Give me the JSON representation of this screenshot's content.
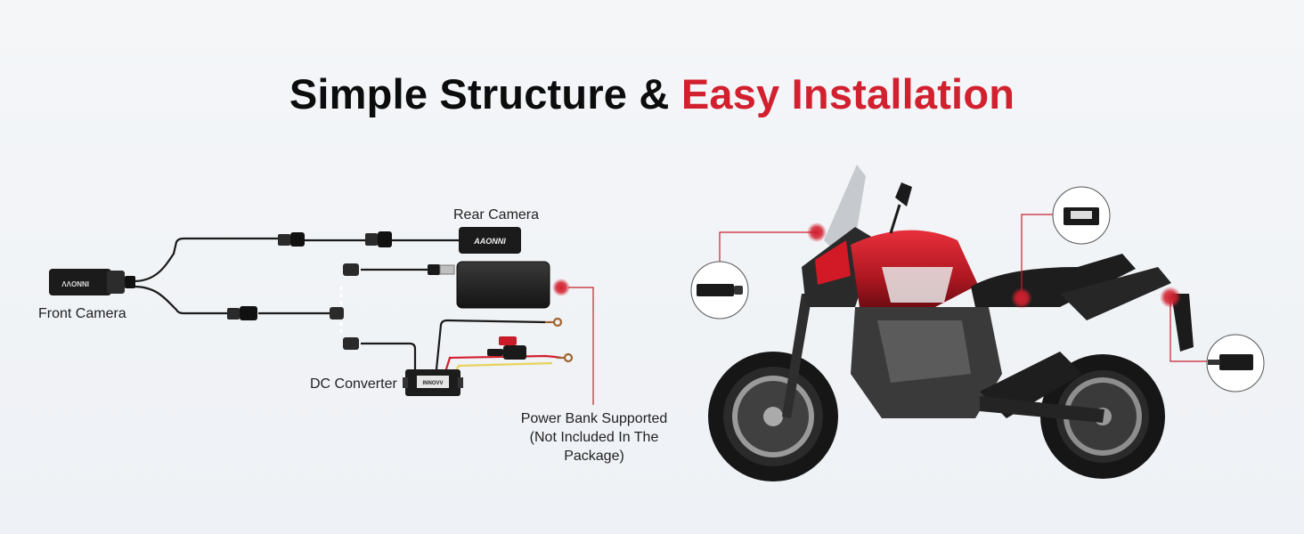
{
  "header": {
    "title_part1": "Simple Structure &",
    "title_part2": "Easy Installation"
  },
  "labels": {
    "rear_camera": "Rear Camera",
    "front_camera": "Front Camera",
    "dc_converter": "DC Converter",
    "power_bank_line1": "Power Bank Supported",
    "power_bank_line2": "(Not Included In The",
    "power_bank_line3": "Package)"
  },
  "logos": {
    "rear_camera_brand": "AAONNI",
    "front_camera_brand": "INNOVV",
    "converter_brand": "INNOVV"
  },
  "colors": {
    "accent": "#d2202f",
    "cable": "#1a1a1a",
    "callout_line": "#c8202c"
  }
}
